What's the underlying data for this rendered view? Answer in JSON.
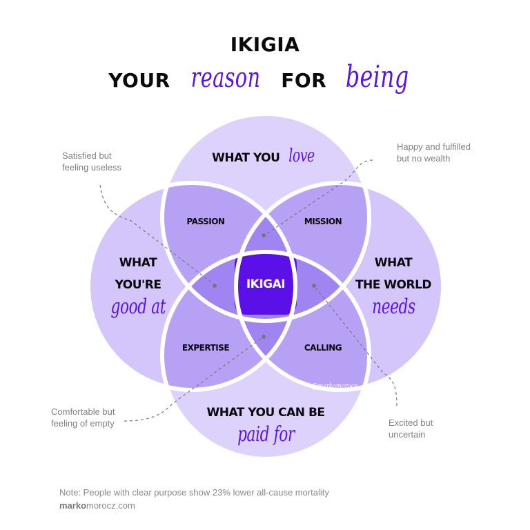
{
  "title": {
    "line1": "IKIGIA",
    "line2_a": "YOUR",
    "line2_b": "reason",
    "line2_c": "FOR",
    "line2_d": "being"
  },
  "circles": {
    "love": {
      "a": "WHAT YOU",
      "b": "love"
    },
    "good": {
      "a": "WHAT",
      "b": "YOU'RE",
      "c": "good at"
    },
    "world": {
      "a": "WHAT",
      "b": "THE WORLD",
      "c": "needs"
    },
    "paid": {
      "a": "WHAT YOU CAN BE",
      "b": "paid for"
    }
  },
  "overlaps": {
    "passion": "PASSION",
    "mission": "MISSION",
    "expertise": "EXPERTISE",
    "calling": "CALLING",
    "center": "IKIGAI"
  },
  "annotations": {
    "top_left": [
      "Satisfied but",
      "feeling useless"
    ],
    "top_right": [
      "Happy and fulfilled",
      "but no wealth"
    ],
    "bottom_left": [
      "Comfortable but",
      "feeling of empty"
    ],
    "bottom_right": [
      "Excited but",
      "uncertain"
    ]
  },
  "watermark": "@markomorocz",
  "note": "Note: People with clear purpose show 23% lower all-cause mortality",
  "brand": {
    "bold": "marko",
    "rest": "morocz.com"
  },
  "colors": {
    "accent": "#5a10e6",
    "circle": "#d9ccfb",
    "overlap2": "#b7a1f5",
    "overlap3": "#a085f2"
  }
}
